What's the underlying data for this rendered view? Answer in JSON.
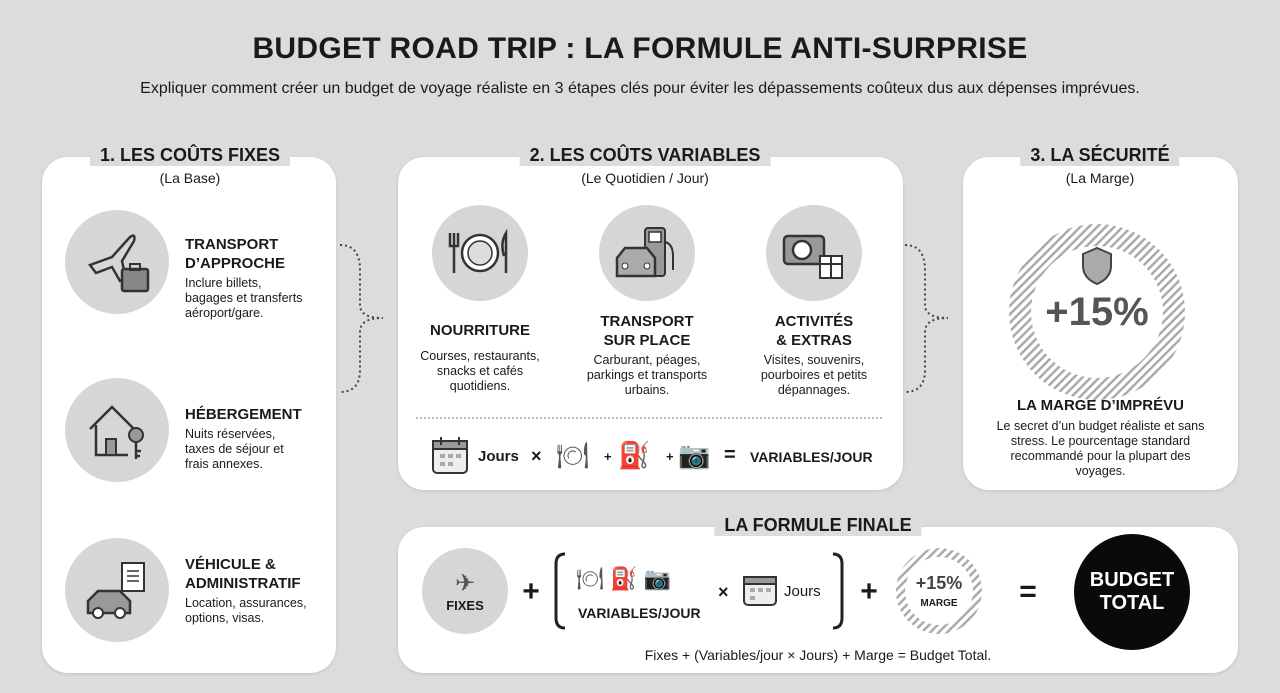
{
  "header": {
    "title": "BUDGET ROAD TRIP : LA FORMULE ANTI-SURPRISE",
    "subtitle": "Expliquer comment créer un budget de voyage réaliste en 3 étapes clés pour éviter les dépassements coûteux dus aux dépenses imprévues."
  },
  "fixed": {
    "title": "1. LES COÛTS FIXES",
    "subtitle": "(La Base)",
    "items": [
      {
        "icon": "plane-suitcase-icon",
        "title1": "TRANSPORT",
        "title2": "D’APPROCHE",
        "desc1": "Inclure billets,",
        "desc2": "bagages et transferts",
        "desc3": "aéroport/gare."
      },
      {
        "icon": "house-key-icon",
        "title1": "HÉBERGEMENT",
        "title2": "",
        "desc1": "Nuits réservées,",
        "desc2": "taxes de séjour et",
        "desc3": "frais annexes."
      },
      {
        "icon": "car-document-icon",
        "title1": "VÉHICULE &",
        "title2": "ADMINISTRATIF",
        "desc1": "Location, assurances,",
        "desc2": "options, visas.",
        "desc3": ""
      }
    ]
  },
  "variable": {
    "title": "2. LES COÛTS VARIABLES",
    "subtitle": "(Le Quotidien / Jour)",
    "items": [
      {
        "icon": "plate-cutlery-icon",
        "title1": "NOURRITURE",
        "title2": "",
        "desc1": "Courses, restaurants,",
        "desc2": "snacks et cafés",
        "desc3": "quotidiens."
      },
      {
        "icon": "car-fuel-icon",
        "title1": "TRANSPORT",
        "title2": "SUR PLACE",
        "desc1": "Carburant, péages,",
        "desc2": "parkings et transports",
        "desc3": "urbains."
      },
      {
        "icon": "camera-gift-icon",
        "title1": "ACTIVITÉS",
        "title2": "& EXTRAS",
        "desc1": "Visites, souvenirs,",
        "desc2": "pourboires et petits",
        "desc3": "dépannages."
      }
    ],
    "formula": {
      "days": "Jours",
      "times": "×",
      "plus": "+",
      "equals": "=",
      "result": "VARIABLES/JOUR"
    }
  },
  "safety": {
    "title": "3. LA SÉCURITÉ",
    "subtitle": "(La Marge)",
    "percent": "+15%",
    "heading": "LA MARGE D’IMPRÉVU",
    "desc1": "Le secret d’un budget réaliste et sans",
    "desc2": "stress. Le pourcentage standard",
    "desc3": "recommandé pour la plupart des",
    "desc4": "voyages."
  },
  "final": {
    "title": "LA FORMULE FINALE",
    "fixes": "FIXES",
    "plus": "+",
    "variables": "VARIABLES/JOUR",
    "times": "×",
    "days": "Jours",
    "margin_pct": "+15%",
    "margin": "MARGE",
    "equals": "=",
    "total1": "BUDGET",
    "total2": "TOTAL",
    "caption": "Fixes + (Variables/jour × Jours) + Marge = Budget Total."
  }
}
